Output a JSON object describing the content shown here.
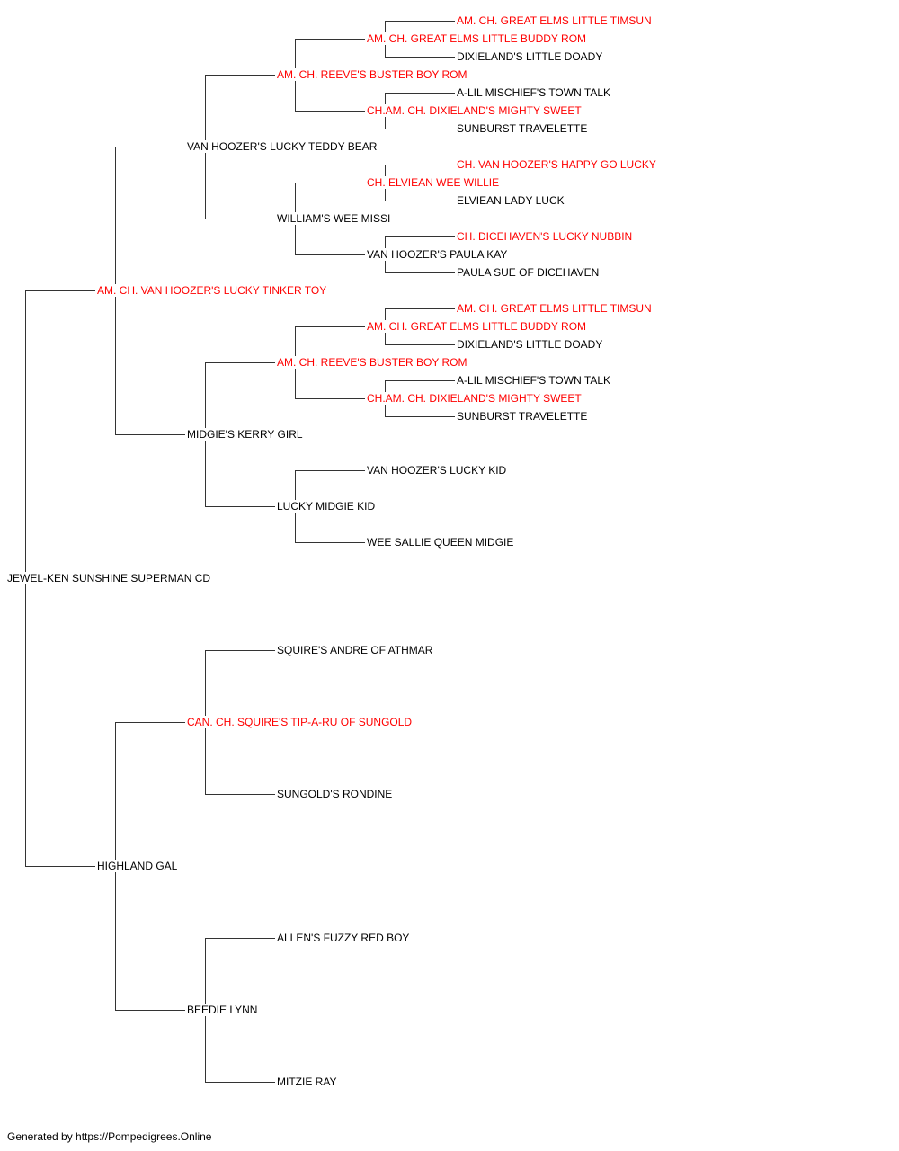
{
  "colors": {
    "champion": "#ff0000",
    "normal": "#000000",
    "connector": "#333333"
  },
  "pedigree": {
    "name": "JEWEL-KEN SUNSHINE SUPERMAN CD",
    "champion": false,
    "sire": {
      "name": "AM. CH. VAN HOOZER'S LUCKY TINKER TOY",
      "champion": true,
      "sire": {
        "name": "VAN HOOZER'S LUCKY TEDDY BEAR",
        "champion": false,
        "sire": {
          "name": "AM. CH. REEVE'S BUSTER BOY ROM",
          "champion": true,
          "sire": {
            "name": "AM. CH. GREAT ELMS LITTLE BUDDY ROM",
            "champion": true,
            "sire": {
              "name": "AM. CH. GREAT ELMS LITTLE TIMSUN",
              "champion": true
            },
            "dam": {
              "name": "DIXIELAND'S LITTLE DOADY",
              "champion": false
            }
          },
          "dam": {
            "name": "CH.AM. CH. DIXIELAND'S MIGHTY SWEET",
            "champion": true,
            "sire": {
              "name": "A-LIL MISCHIEF'S TOWN TALK",
              "champion": false
            },
            "dam": {
              "name": "SUNBURST TRAVELETTE",
              "champion": false
            }
          }
        },
        "dam": {
          "name": "WILLIAM'S WEE MISSI",
          "champion": false,
          "sire": {
            "name": "CH. ELVIEAN WEE WILLIE",
            "champion": true,
            "sire": {
              "name": "CH. VAN HOOZER'S HAPPY GO LUCKY",
              "champion": true
            },
            "dam": {
              "name": "ELVIEAN LADY LUCK",
              "champion": false
            }
          },
          "dam": {
            "name": "VAN HOOZER'S PAULA KAY",
            "champion": false,
            "sire": {
              "name": "CH. DICEHAVEN'S LUCKY NUBBIN",
              "champion": true
            },
            "dam": {
              "name": "PAULA SUE OF DICEHAVEN",
              "champion": false
            }
          }
        }
      },
      "dam": {
        "name": "MIDGIE'S KERRY GIRL",
        "champion": false,
        "sire": {
          "name": "AM. CH. REEVE'S BUSTER BOY ROM",
          "champion": true,
          "sire": {
            "name": "AM. CH. GREAT ELMS LITTLE BUDDY ROM",
            "champion": true,
            "sire": {
              "name": "AM. CH. GREAT ELMS LITTLE TIMSUN",
              "champion": true
            },
            "dam": {
              "name": "DIXIELAND'S LITTLE DOADY",
              "champion": false
            }
          },
          "dam": {
            "name": "CH.AM. CH. DIXIELAND'S MIGHTY SWEET",
            "champion": true,
            "sire": {
              "name": "A-LIL MISCHIEF'S TOWN TALK",
              "champion": false
            },
            "dam": {
              "name": "SUNBURST TRAVELETTE",
              "champion": false
            }
          }
        },
        "dam": {
          "name": "LUCKY MIDGIE KID",
          "champion": false,
          "sire": {
            "name": "VAN HOOZER'S LUCKY KID",
            "champion": false
          },
          "dam": {
            "name": "WEE SALLIE QUEEN MIDGIE",
            "champion": false
          }
        }
      }
    },
    "dam": {
      "name": "HIGHLAND GAL",
      "champion": false,
      "sire": {
        "name": "CAN. CH. SQUIRE'S TIP-A-RU OF SUNGOLD",
        "champion": true,
        "sire": {
          "name": "SQUIRE'S ANDRE OF ATHMAR",
          "champion": false
        },
        "dam": {
          "name": "SUNGOLD'S RONDINE",
          "champion": false
        }
      },
      "dam": {
        "name": "BEEDIE LYNN",
        "champion": false,
        "sire": {
          "name": "ALLEN'S FUZZY RED BOY",
          "champion": false
        },
        "dam": {
          "name": "MITZIE RAY",
          "champion": false
        }
      }
    }
  },
  "footer": {
    "text": "Generated by https://Pompedigrees.Online"
  }
}
